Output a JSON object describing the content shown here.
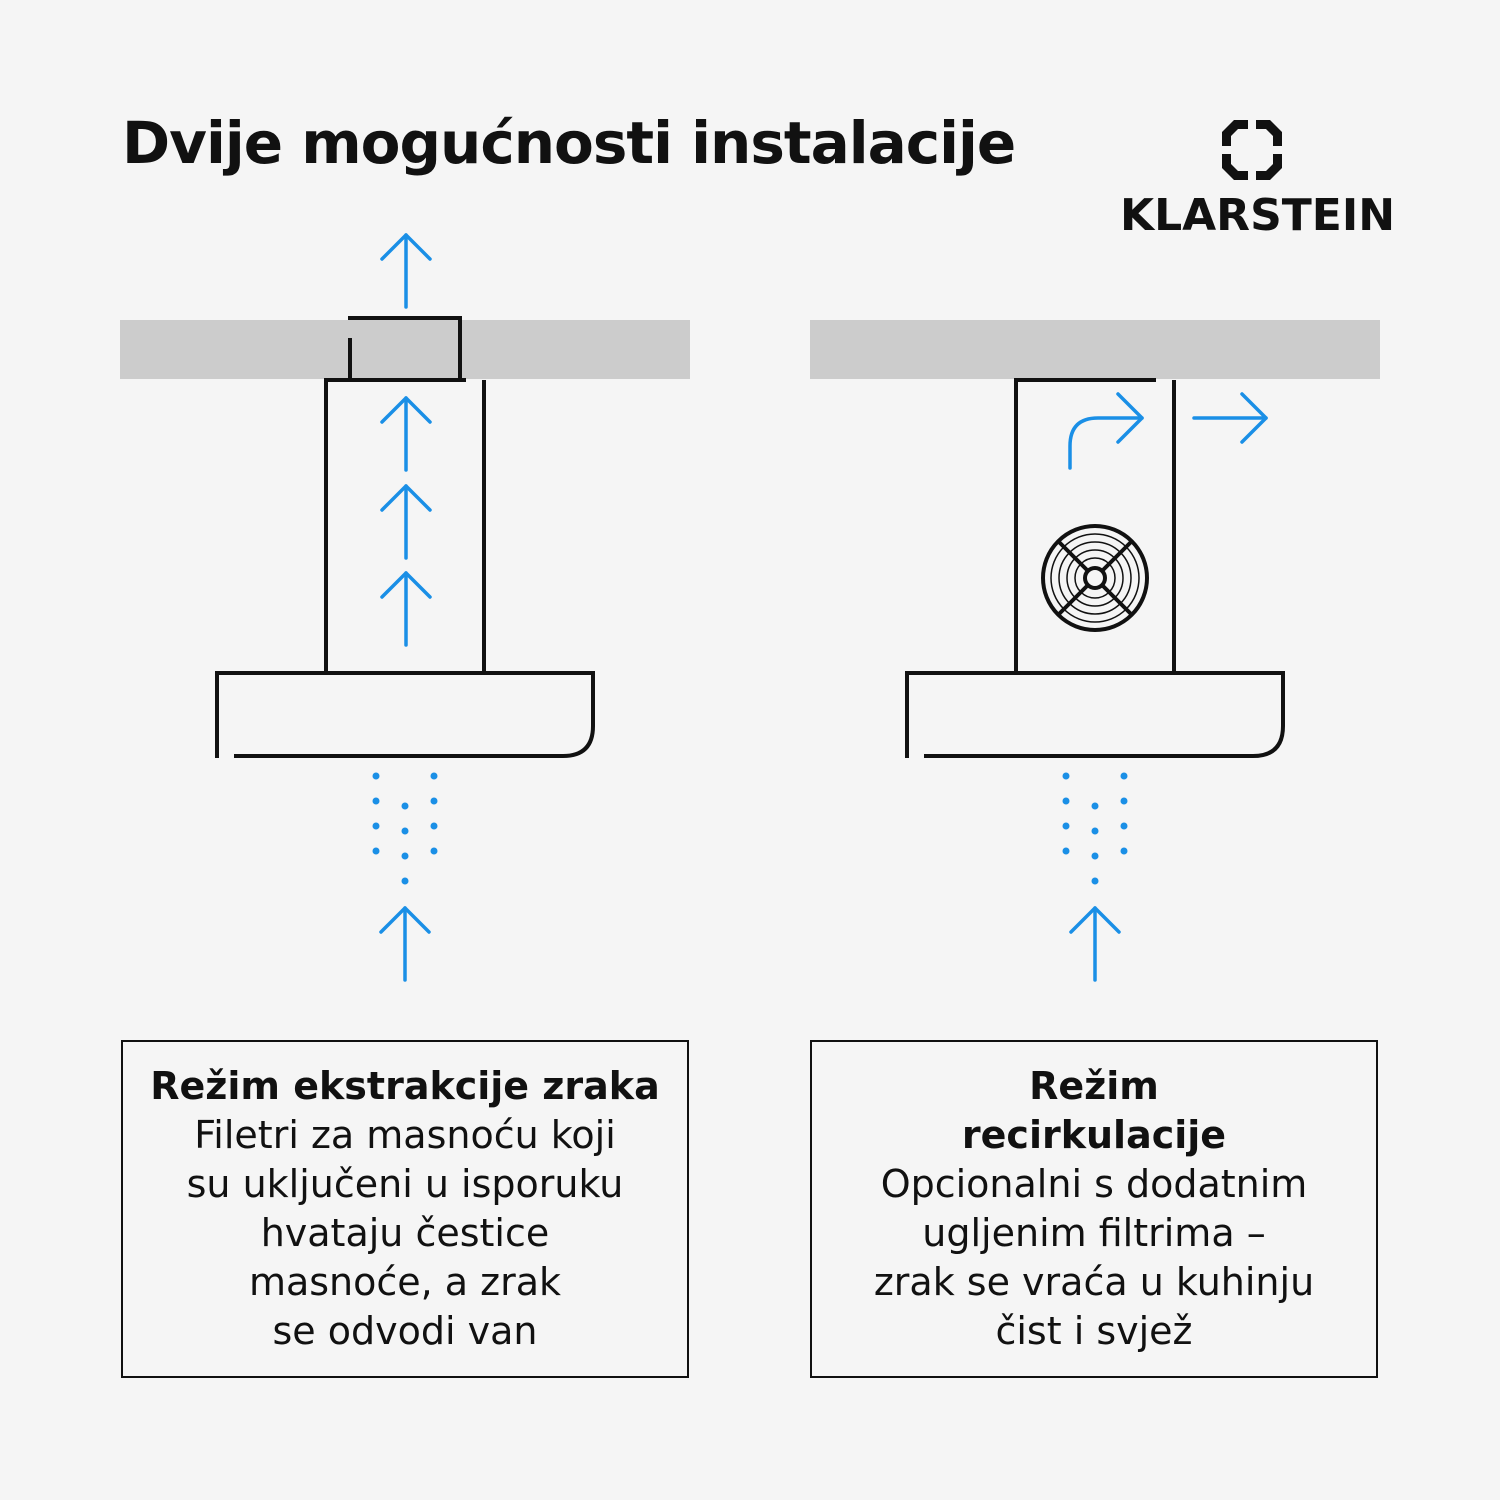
{
  "title": "Dvije mogućnosti instalacije",
  "brand": {
    "name": "KLARSTEIN",
    "logo_icon": "klarstein-diamond-logo-icon"
  },
  "colors": {
    "background": "#f5f5f5",
    "ceiling": "#cccccc",
    "line": "#111111",
    "airflow": "#1a8fe6"
  },
  "modes": [
    {
      "title_lines": [
        "Režim ekstrakcije zraka"
      ],
      "text_lines": [
        "Filetri za masnoću koji",
        "su uključeni u isporuku",
        "hvataju čestice",
        "masnoće, a zrak",
        "se odvodi van"
      ]
    },
    {
      "title_lines": [
        "Režim",
        "recirkulacije"
      ],
      "text_lines": [
        "Opcionalni s dodatnim",
        "ugljenim filtrima –",
        "zrak se vraća u kuhinju",
        "čist i svjež"
      ]
    }
  ]
}
